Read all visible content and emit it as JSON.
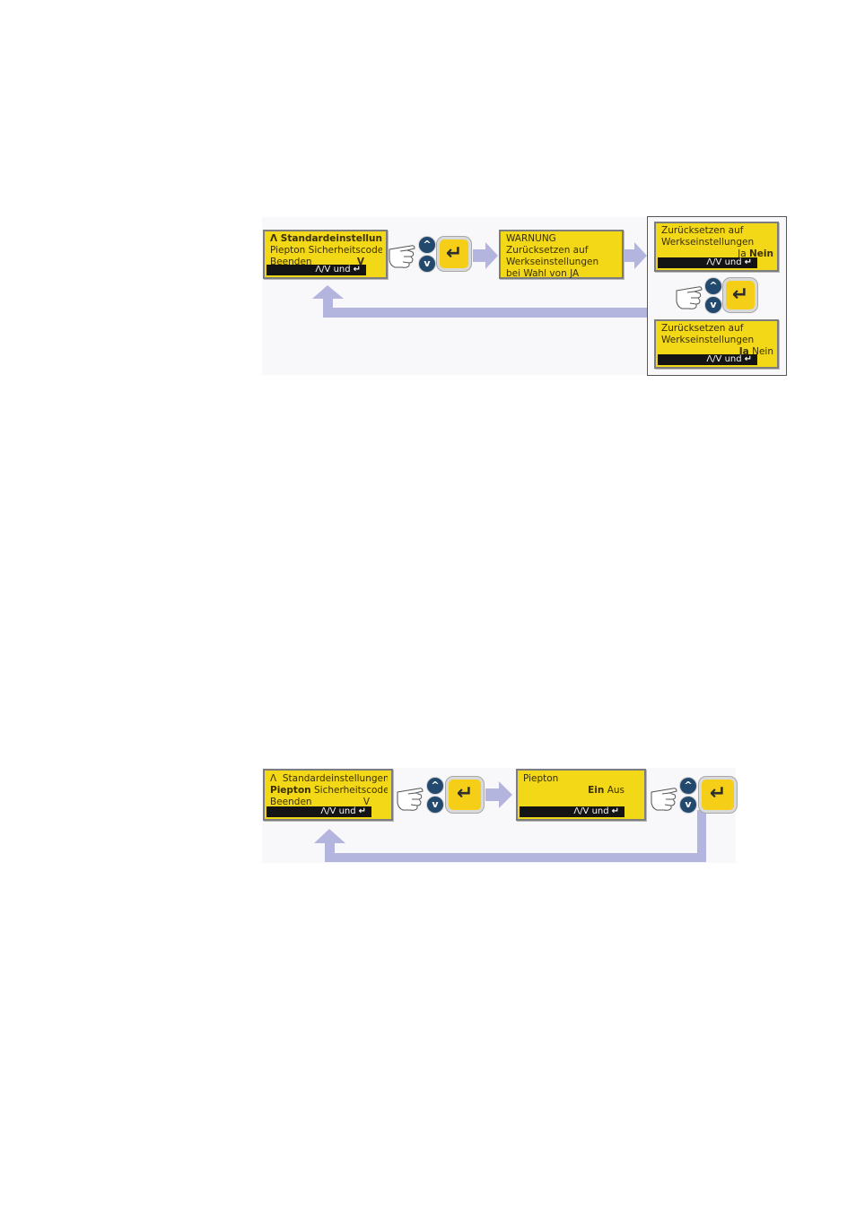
{
  "diagram1": {
    "menu_screen": {
      "line1_caret": "Λ",
      "line1_text": "Standardeinstellungen",
      "line2": "Piepton Sicherheitscode",
      "line3": "Beenden",
      "line3_caret": "V",
      "bar_label": "Λ/V  und",
      "bar_enter": "↵"
    },
    "warning_screen": {
      "line1": "WARNUNG",
      "line2": "Zurücksetzen auf",
      "line3": "Werkseinstellungen",
      "line4": "bei Wahl von JA"
    },
    "reset_nein_screen": {
      "line1": "Zurücksetzen auf",
      "line2": "Werkseinstellungen",
      "ja": "Ja",
      "nein": "Nein",
      "bar_label": "Λ/V  und",
      "bar_enter": "↵"
    },
    "reset_ja_screen": {
      "line1": "Zurücksetzen auf",
      "line2": "Werkseinstellungen",
      "ja": "Ja",
      "nein": "Nein",
      "bar_label": "Λ/V  und",
      "bar_enter": "↵"
    }
  },
  "diagram2": {
    "menu_screen": {
      "line1_caret": "Λ",
      "line1_text": "Standardeinstellungen",
      "line2_bold": "Piepton",
      "line2_rest": "Sicherheitscode",
      "line3": "Beenden",
      "line3_caret": "V",
      "bar_label": "Λ/V  und",
      "bar_enter": "↵"
    },
    "piepton_screen": {
      "line1": "Piepton",
      "ein": "Ein",
      "aus": "Aus",
      "bar_label": "Λ/V  und",
      "bar_enter": "↵"
    }
  },
  "controls": {
    "up_glyph": "^",
    "down_glyph": "v",
    "enter_glyph": "↵"
  },
  "colors": {
    "lcd_yellow": "#f3d817",
    "arrow_lavender": "#b3b5de",
    "button_blue": "#234a6e"
  }
}
